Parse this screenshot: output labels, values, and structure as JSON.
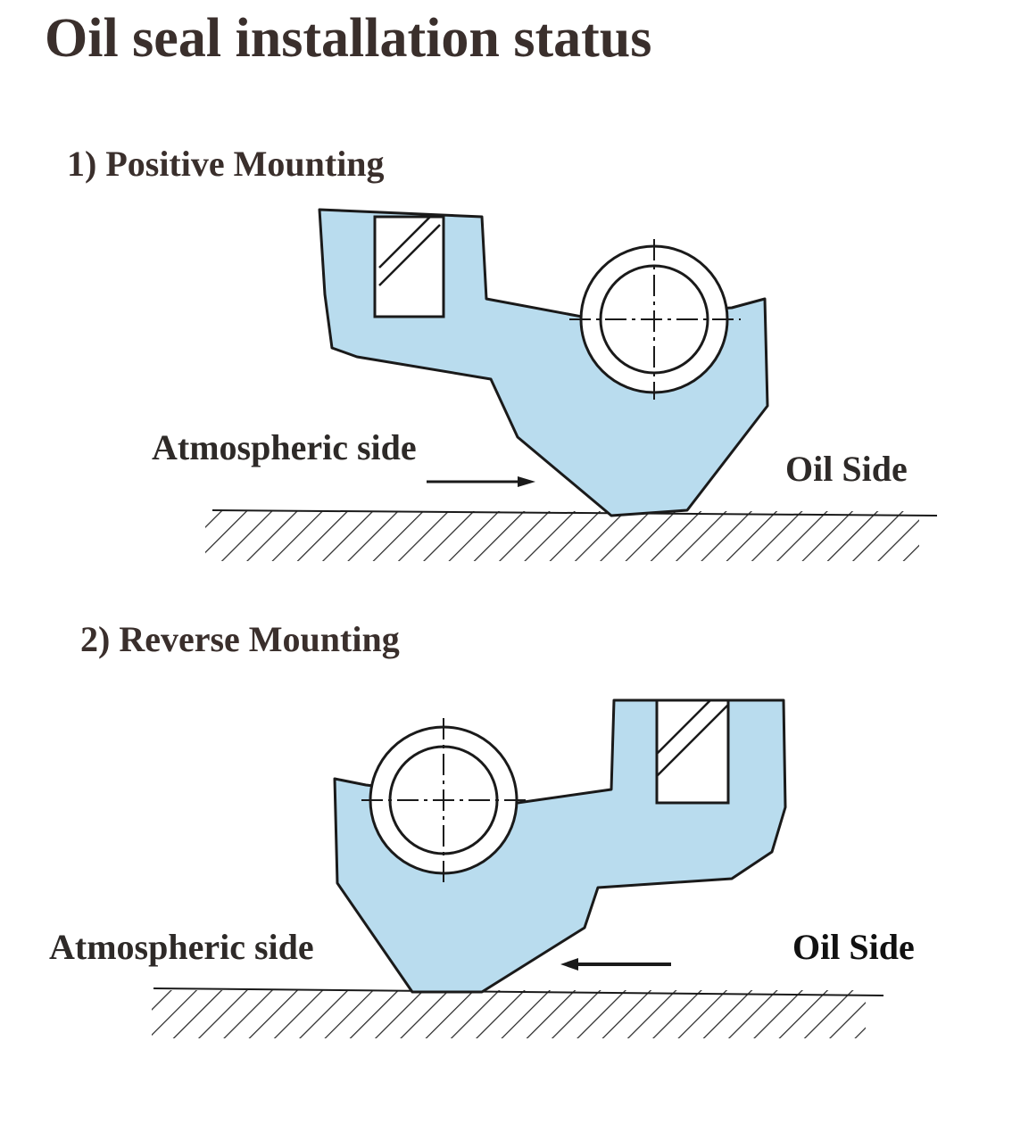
{
  "title": "Oil seal installation status",
  "sections": [
    {
      "heading": "1) Positive Mounting",
      "left_label": "Atmospheric side",
      "right_label": "Oil Side"
    },
    {
      "heading": "2) Reverse Mounting",
      "left_label": "Atmospheric side",
      "right_label": "Oil Side"
    }
  ],
  "colors": {
    "seal_fill": "#b9dcee",
    "outline": "#1a1a1a",
    "text": "#3a2f2c"
  }
}
